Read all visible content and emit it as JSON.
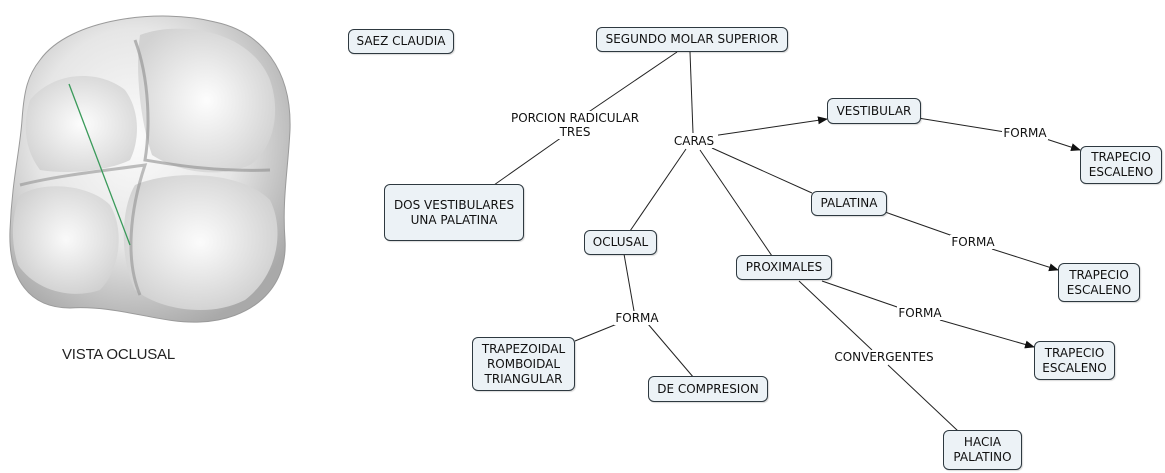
{
  "image": {
    "caption": "VISTA OCLUSAL"
  },
  "nodes": {
    "author": "SAEZ CLAUDIA",
    "root": "SEGUNDO MOLAR SUPERIOR",
    "roots_detail": "DOS VESTIBULARES\nUNA PALATINA",
    "vestibular": "VESTIBULAR",
    "vestibular_shape": "TRAPECIO\nESCALENO",
    "palatina": "PALATINA",
    "palatina_shape": "TRAPECIO\nESCALENO",
    "oclusal": "OCLUSAL",
    "oclusal_shape": "TRAPEZOIDAL\nROMBOIDAL\nTRIANGULAR",
    "oclusal_compression": "DE COMPRESION",
    "proximales": "PROXIMALES",
    "proximales_shape": "TRAPECIO\nESCALENO",
    "proximales_convergence": "HACIA\nPALATINO"
  },
  "link_labels": {
    "radicular": "PORCION RADICULAR\nTRES",
    "caras": "CARAS",
    "forma_vestibular": "FORMA",
    "forma_palatina": "FORMA",
    "forma_oclusal": "FORMA",
    "forma_proximales": "FORMA",
    "convergentes": "CONVERGENTES"
  },
  "colors": {
    "node_fill": "#ecf2f6",
    "node_border": "#2e3940",
    "line": "#222222",
    "tooth_line": "#3a9a5a"
  }
}
